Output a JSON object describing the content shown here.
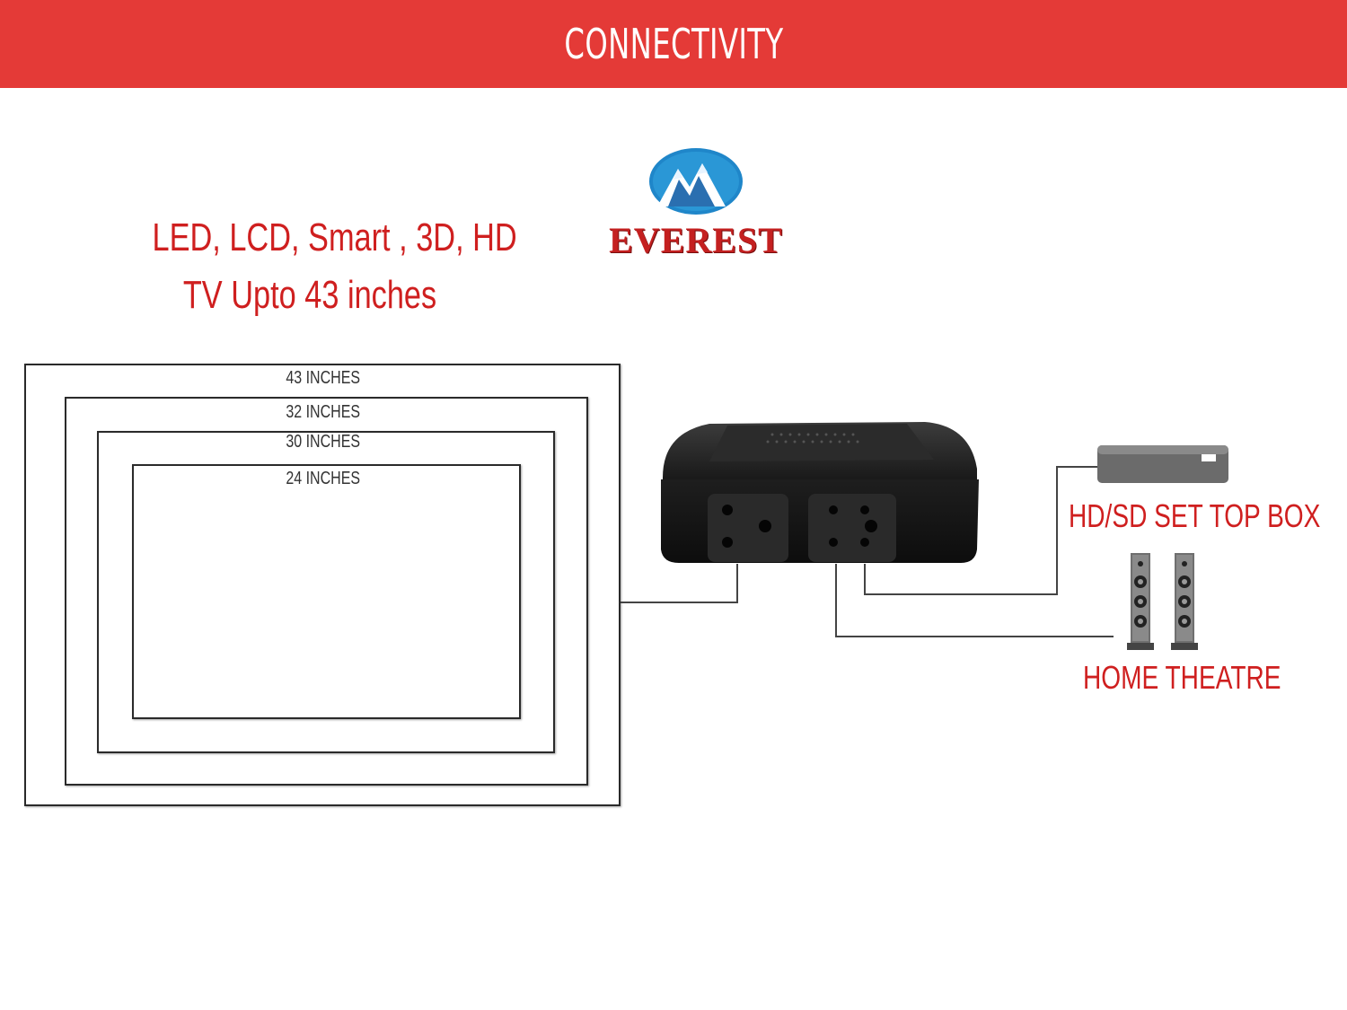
{
  "banner": {
    "title": "CONNECTIVITY",
    "color": "#e43a37"
  },
  "brand": {
    "name": "EVEREST"
  },
  "headline": {
    "line1": "LED, LCD, Smart , 3D, HD",
    "line2": "TV Upto 43 inches"
  },
  "tv_sizes": [
    {
      "label": "43 INCHES"
    },
    {
      "label": "32 INCHES"
    },
    {
      "label": "30 INCHES"
    },
    {
      "label": "24 INCHES"
    }
  ],
  "devices": {
    "set_top_box": "HD/SD SET TOP BOX",
    "home_theatre": "HOME THEATRE"
  },
  "colors": {
    "accent": "#cf1f1f",
    "device": "#222222"
  }
}
